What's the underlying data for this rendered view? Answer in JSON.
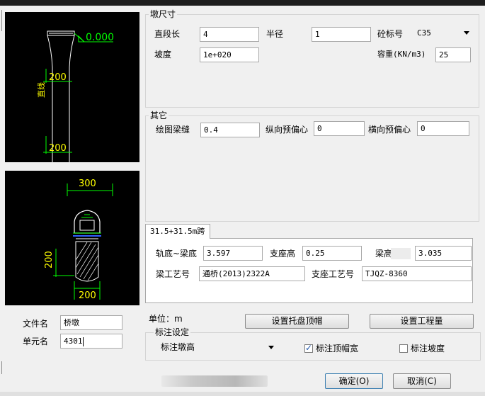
{
  "pier_size": {
    "title": "墩尺寸",
    "straight_length": {
      "label": "直段长",
      "value": "4"
    },
    "radius": {
      "label": "半径",
      "value": "1"
    },
    "concrete_grade": {
      "label": "砼标号",
      "value": "C35"
    },
    "slope": {
      "label": "坡度",
      "value": "1e+020"
    },
    "unit_weight": {
      "label": "容重(KN/m3)",
      "value": "25"
    }
  },
  "other": {
    "title": "其它",
    "beam_gap": {
      "label": "绘图梁缝",
      "value": "0.4"
    },
    "long_eccentric": {
      "label": "纵向预偏心",
      "value": "0"
    },
    "trans_eccentric": {
      "label": "横向预偏心",
      "value": "0"
    }
  },
  "span_tab": {
    "tab_label": "31.5+31.5m跨",
    "rail_bottom_height": {
      "label": "轨底~梁底",
      "value": "3.597"
    },
    "bearing_height": {
      "label": "支座高",
      "value": "0.25"
    },
    "beam_height": {
      "label": "梁高",
      "value": "3.035"
    },
    "beam_process": {
      "label": "梁工艺号",
      "value": "通桥(2013)2322A"
    },
    "bearing_process": {
      "label": "支座工艺号",
      "value": "TJQZ-8360"
    }
  },
  "files": {
    "filename": {
      "label": "文件名",
      "value": "桥墩"
    },
    "unitname": {
      "label": "单元名",
      "value": "4301"
    }
  },
  "unit_text": "单位：m",
  "buttons": {
    "set_pier_cap": "设置托盘顶帽",
    "set_quantity": "设置工程量",
    "ok": "确定(O)",
    "cancel": "取消(C)"
  },
  "annotation": {
    "title": "标注设定",
    "select_value": "标注墩高",
    "cap_width": {
      "label": "标注顶帽宽",
      "checked": true
    },
    "slope": {
      "label": "标注坡度",
      "checked": false
    }
  },
  "drawing_top": {
    "elev_label": "0.000",
    "straight_label": "直线",
    "dim1": "200",
    "dim2": "200"
  },
  "drawing_bottom": {
    "dim_top": "300",
    "dim_left": "200",
    "dim_bottom": "200"
  }
}
